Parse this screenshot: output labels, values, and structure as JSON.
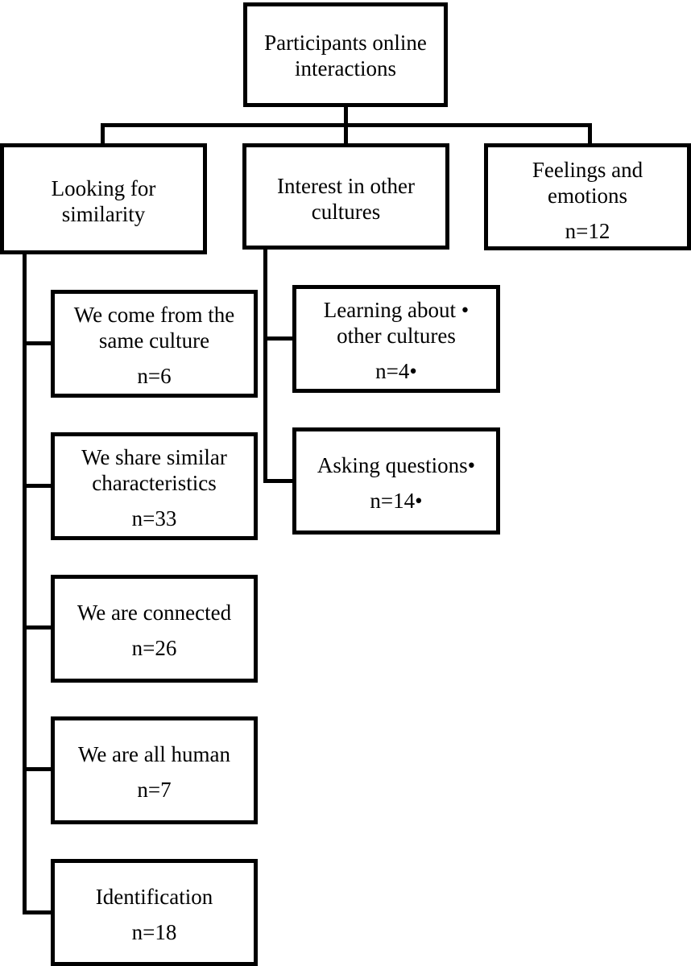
{
  "root": {
    "title_line1": "Participants online",
    "title_line2": "interactions"
  },
  "categories": [
    {
      "line1": "Looking for",
      "line2": "similarity",
      "children": [
        {
          "line1": "We come from the",
          "line2": "same culture",
          "count": "n=6"
        },
        {
          "line1": "We share similar",
          "line2": "characteristics",
          "count": "n=33"
        },
        {
          "line1": "We are connected",
          "count": "n=26"
        },
        {
          "line1": "We are all human",
          "count": "n=7"
        },
        {
          "line1": "Identification",
          "count": "n=18"
        }
      ]
    },
    {
      "line1": "Interest in other",
      "line2": "cultures",
      "children": [
        {
          "line1": "Learning about •",
          "line2": "other cultures",
          "count": "n=4•"
        },
        {
          "line1": "Asking questions•",
          "count": "n=14•"
        }
      ]
    },
    {
      "line1": "Feelings and",
      "line2": "emotions",
      "count": "n=12"
    }
  ]
}
